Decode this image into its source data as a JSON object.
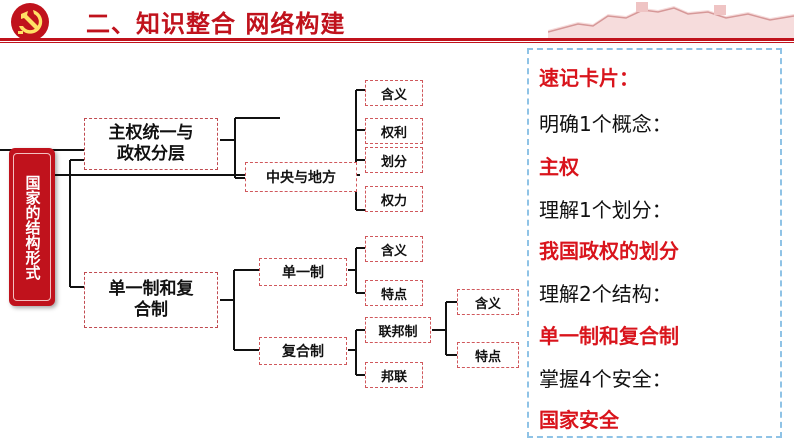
{
  "header": {
    "title": "二、知识整合 网络构建"
  },
  "diagram": {
    "root": "国家的结构形式",
    "node_sovereignty": "主权统一与\n政权分层",
    "node_central_local": "中央与地方",
    "leaf_meaning_1": "含义",
    "leaf_rights": "权利",
    "leaf_division": "划分",
    "leaf_power": "权力",
    "node_unitary_compound": "单一制和复\n合制",
    "node_unitary": "单一制",
    "node_compound": "复合制",
    "leaf_unitary_meaning": "含义",
    "leaf_unitary_features": "特点",
    "node_federal": "联邦制",
    "node_confederation": "邦联",
    "leaf_federal_meaning": "含义",
    "leaf_federal_features": "特点"
  },
  "card": {
    "lines": [
      "速记卡片：",
      "明确1个概念：",
      "主权",
      "理解1个划分：",
      "我国政权的划分",
      "理解2个结构：",
      "单一制和复合制",
      "掌握4个安全：",
      "国家安全"
    ]
  },
  "colors": {
    "accent_red": "#c0121c",
    "card_border": "#8fc3e6",
    "box_border": "#d0585c"
  }
}
